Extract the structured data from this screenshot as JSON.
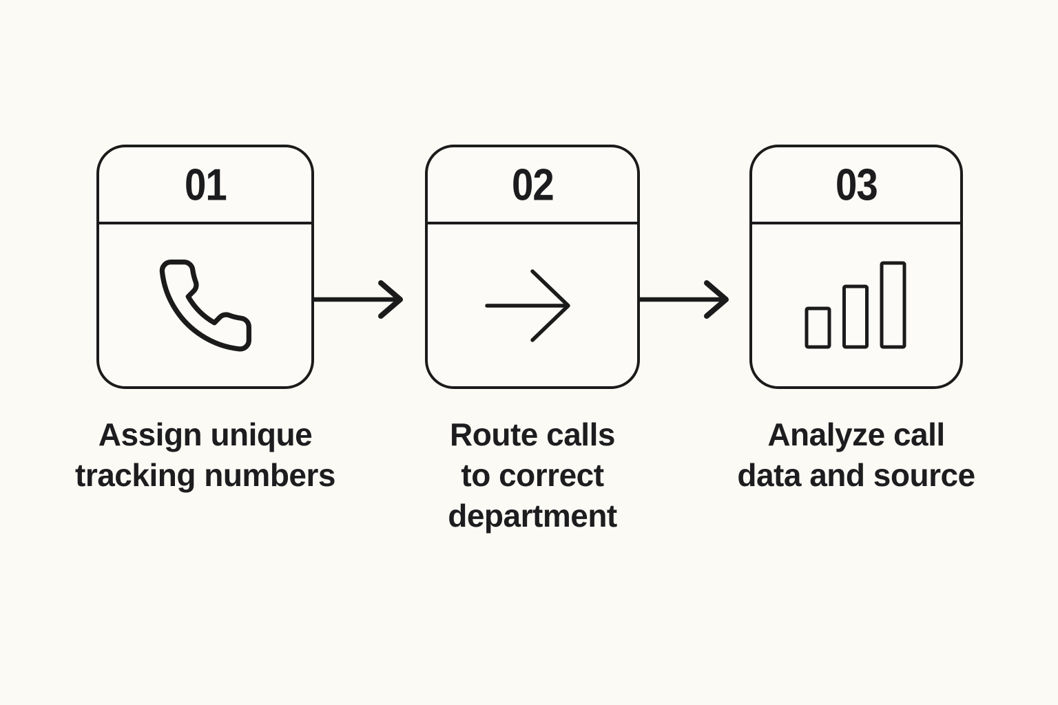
{
  "diagram": {
    "type": "process-flow",
    "background_color": "#FBFAF5",
    "stroke_color": "#1B1B1B",
    "text_color": "#1D1D1F",
    "steps": [
      {
        "number": "01",
        "icon": "phone-icon",
        "label": "Assign unique tracking numbers",
        "label_lines": [
          "Assign unique",
          "tracking numbers"
        ]
      },
      {
        "number": "02",
        "icon": "arrow-right-icon",
        "label": "Route calls to correct department",
        "label_lines": [
          "Route calls",
          "to correct",
          "department"
        ]
      },
      {
        "number": "03",
        "icon": "bar-chart-icon",
        "label": "Analyze call data and source",
        "label_lines": [
          "Analyze call",
          "data and source"
        ]
      }
    ],
    "connectors": [
      {
        "from": "01",
        "to": "02",
        "shape": "arrow-right"
      },
      {
        "from": "02",
        "to": "03",
        "shape": "arrow-right"
      }
    ]
  }
}
